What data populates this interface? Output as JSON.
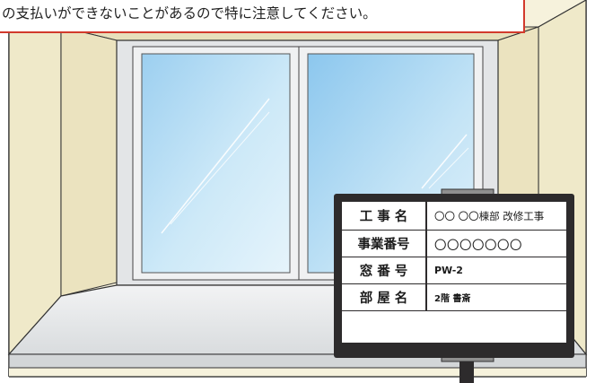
{
  "notice": {
    "text": "の支払いができないことがあるので特に注意してください。",
    "border_color": "#d23a2c"
  },
  "signboard": {
    "rows": [
      {
        "label": "工 事 名",
        "value": "〇〇 〇〇棟部 改修工事"
      },
      {
        "label": "事業番号",
        "value": "〇〇〇〇〇〇〇"
      },
      {
        "label": "窓 番 号",
        "value": "PW-2"
      },
      {
        "label": "部 屋 名",
        "value": "2階 書斎"
      }
    ],
    "frame_color": "#2d2b2c"
  },
  "scene": {
    "description_colors": {
      "wall": "#f4f0da",
      "glass": "#a9d8f2",
      "frame": "#e2e4e6"
    }
  }
}
